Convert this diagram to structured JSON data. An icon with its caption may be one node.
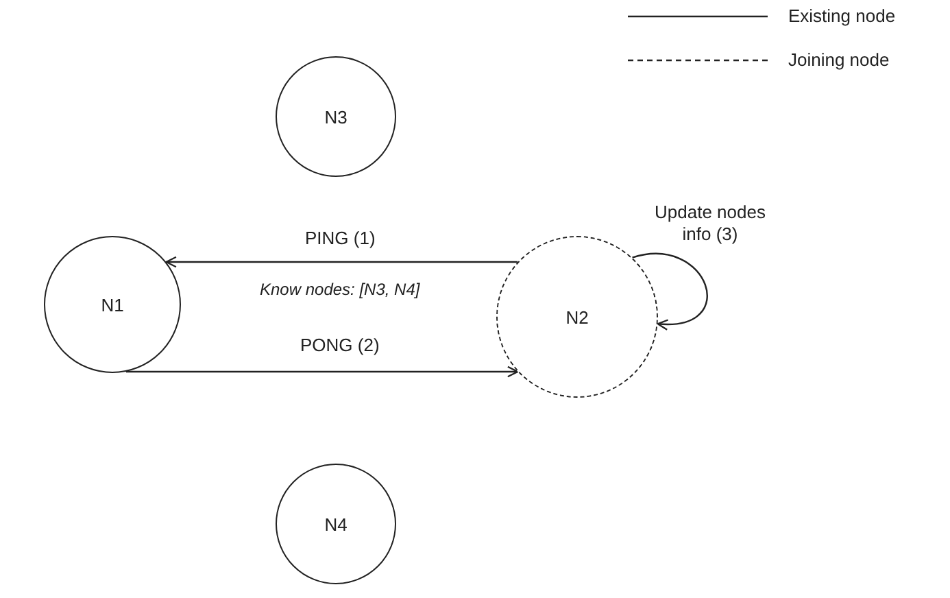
{
  "diagram": {
    "nodes": [
      {
        "text": [
          "N3"
        ]
      },
      {
        "text": [
          "N1"
        ]
      },
      {
        "text": [
          "N2"
        ]
      },
      {
        "text": [
          "N4"
        ]
      }
    ],
    "edges": [
      {
        "from": 2,
        "to": 1,
        "arrow": "to",
        "label": "PING (1)"
      },
      {
        "from": 1,
        "to": 2,
        "arrow": "to",
        "label": "PONG (2)"
      },
      {
        "from": 2,
        "to": 2,
        "arrow": "to",
        "label": "Update nodes info (3)"
      }
    ],
    "labels": [
      "Know nodes: [N3, N4]"
    ],
    "legend": [
      {
        "text": "Existing node"
      },
      {
        "text": "Joining node"
      }
    ]
  }
}
